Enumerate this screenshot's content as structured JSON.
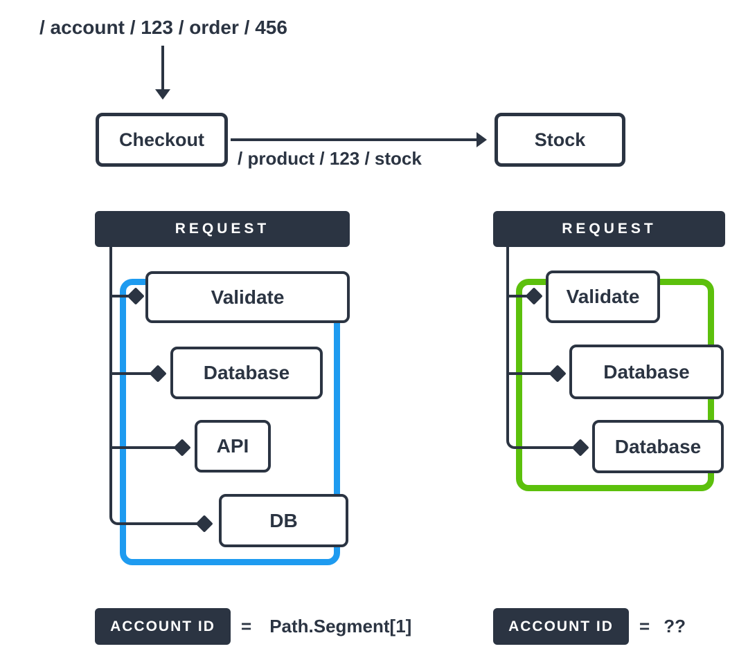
{
  "colors": {
    "navy": "#2B3442",
    "blue_bracket": "#1E9BF0",
    "green_bracket": "#5CC00C",
    "box_fill": "#FFFFFF",
    "background": "#FFFFFF"
  },
  "top_flow": {
    "incoming_path": "/ account / 123 / order / 456",
    "checkout_label": "Checkout",
    "stock_label": "Stock",
    "outgoing_path": "/ product / 123 / stock"
  },
  "left_panel": {
    "header": "REQUEST",
    "items": [
      {
        "label": "Validate"
      },
      {
        "label": "Database"
      },
      {
        "label": "API"
      },
      {
        "label": "DB"
      }
    ],
    "footer": {
      "badge": "ACCOUNT ID",
      "operator": "=",
      "value": "Path.Segment[1]"
    }
  },
  "right_panel": {
    "header": "REQUEST",
    "items": [
      {
        "label": "Validate"
      },
      {
        "label": "Database"
      },
      {
        "label": "Database"
      }
    ],
    "footer": {
      "badge": "ACCOUNT ID",
      "operator": "=",
      "value": "??"
    }
  }
}
